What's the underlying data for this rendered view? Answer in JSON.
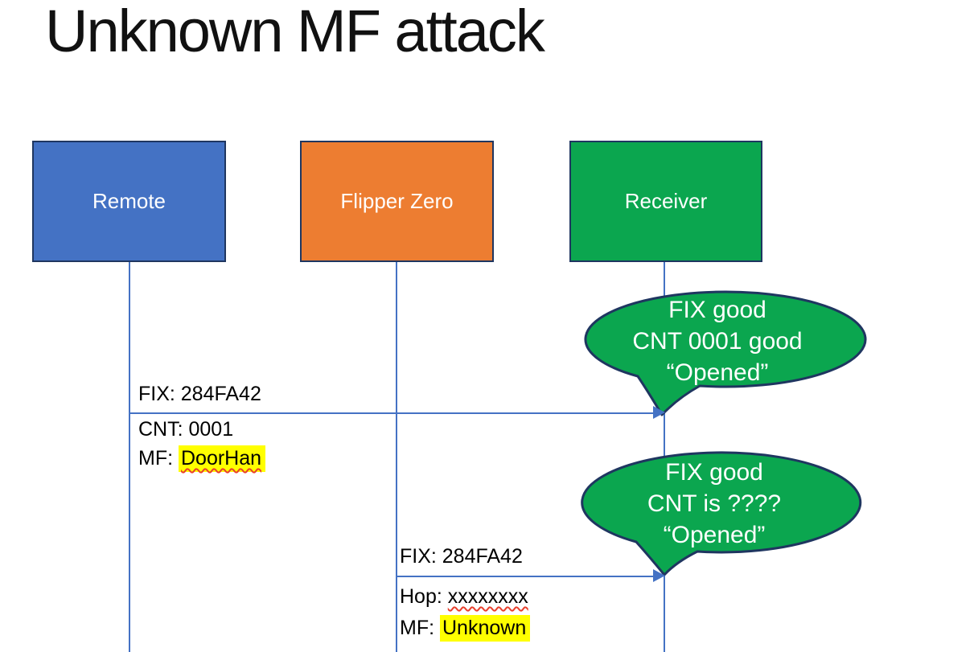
{
  "slide": {
    "title": "Unknown MF attack"
  },
  "actors": [
    {
      "label": "Remote"
    },
    {
      "label": "Flipper Zero"
    },
    {
      "label": "Receiver"
    }
  ],
  "messages": [
    {
      "line1": "FIX: 284FA42",
      "line2": "CNT: 0001",
      "line3_prefix": "MF: ",
      "line3_value": "DoorHan"
    },
    {
      "line1": "FIX: 284FA42",
      "line2_prefix": "Hop: ",
      "line2_value": "xxxxxxxx",
      "line3_prefix": "MF: ",
      "line3_value": "Unknown"
    }
  ],
  "bubbles": [
    {
      "lines": [
        "FIX good",
        "CNT 0001 good",
        "“Opened”"
      ]
    },
    {
      "lines": [
        "FIX good",
        "CNT is ????",
        "“Opened”"
      ]
    }
  ],
  "colors": {
    "remote_fill": "#4472c4",
    "flipper_fill": "#ed7d31",
    "receiver_fill": "#0ba64f",
    "bubble_fill": "#0ba64f",
    "shape_border": "#1f3660",
    "line_blue": "#4472c4",
    "highlight": "#ffff00",
    "squiggle_red": "#e8402d",
    "title_text": "#111111",
    "message_text": "#000000",
    "light_text": "#ffffff"
  }
}
